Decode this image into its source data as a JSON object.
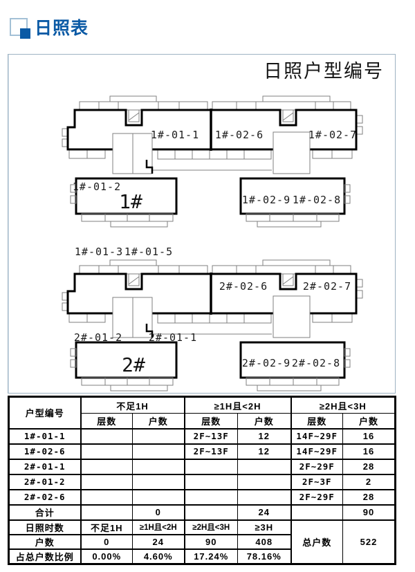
{
  "page": {
    "title": "日照表"
  },
  "panel": {
    "title": "日照户型编号"
  },
  "plan": {
    "b1": {
      "u011": "1#-01-1",
      "u026": "1#-02-6",
      "u027": "1#-02-7",
      "u012": "1#-01-2",
      "big": "1#",
      "u029": "1#-02-9",
      "u028": "1#-02-8"
    },
    "mid": {
      "a": "1#-01-3",
      "b": "1#-01-5"
    },
    "b2": {
      "u026": "2#-02-6",
      "u027": "2#-02-7",
      "u012": "2#-01-2",
      "u011": "2#-01-1",
      "big": "2#",
      "u029": "2#-02-9",
      "u028": "2#-02-8"
    }
  },
  "table": {
    "corner": "户型编号",
    "groups": [
      "不足1H",
      "≥1H且<2H",
      "≥2H且<3H"
    ],
    "sub": [
      "层数",
      "户数"
    ],
    "unit_rows": [
      [
        "1#-01-1",
        "",
        "",
        "2F~13F",
        "12",
        "14F~29F",
        "16"
      ],
      [
        "1#-02-6",
        "",
        "",
        "2F~13F",
        "12",
        "14F~29F",
        "16"
      ],
      [
        "2#-01-1",
        "",
        "",
        "",
        "",
        "2F~29F",
        "28"
      ],
      [
        "2#-01-2",
        "",
        "",
        "",
        "",
        "2F~3F",
        "2"
      ],
      [
        "2#-02-6",
        "",
        "",
        "",
        "",
        "2F~29F",
        "28"
      ]
    ],
    "total_row": [
      "合计",
      "",
      "0",
      "",
      "24",
      "",
      "90"
    ],
    "hours_row": [
      "日照时数",
      "不足1H",
      "≥1H且<2H",
      "≥2H且<3H",
      "≥3H"
    ],
    "count_row": [
      "户数",
      "0",
      "24",
      "90",
      "408"
    ],
    "pct_row": [
      "占总户数比例",
      "0.00%",
      "4.60%",
      "17.24%",
      "78.16%"
    ],
    "grand_total_label": "总户数",
    "grand_total_value": "522"
  },
  "colors": {
    "accent_blue": "#0b5aa5",
    "panel_border": "#9eb3c2",
    "plan_thick_line": "#000000",
    "plan_thin_line": "#7f7f7f"
  }
}
